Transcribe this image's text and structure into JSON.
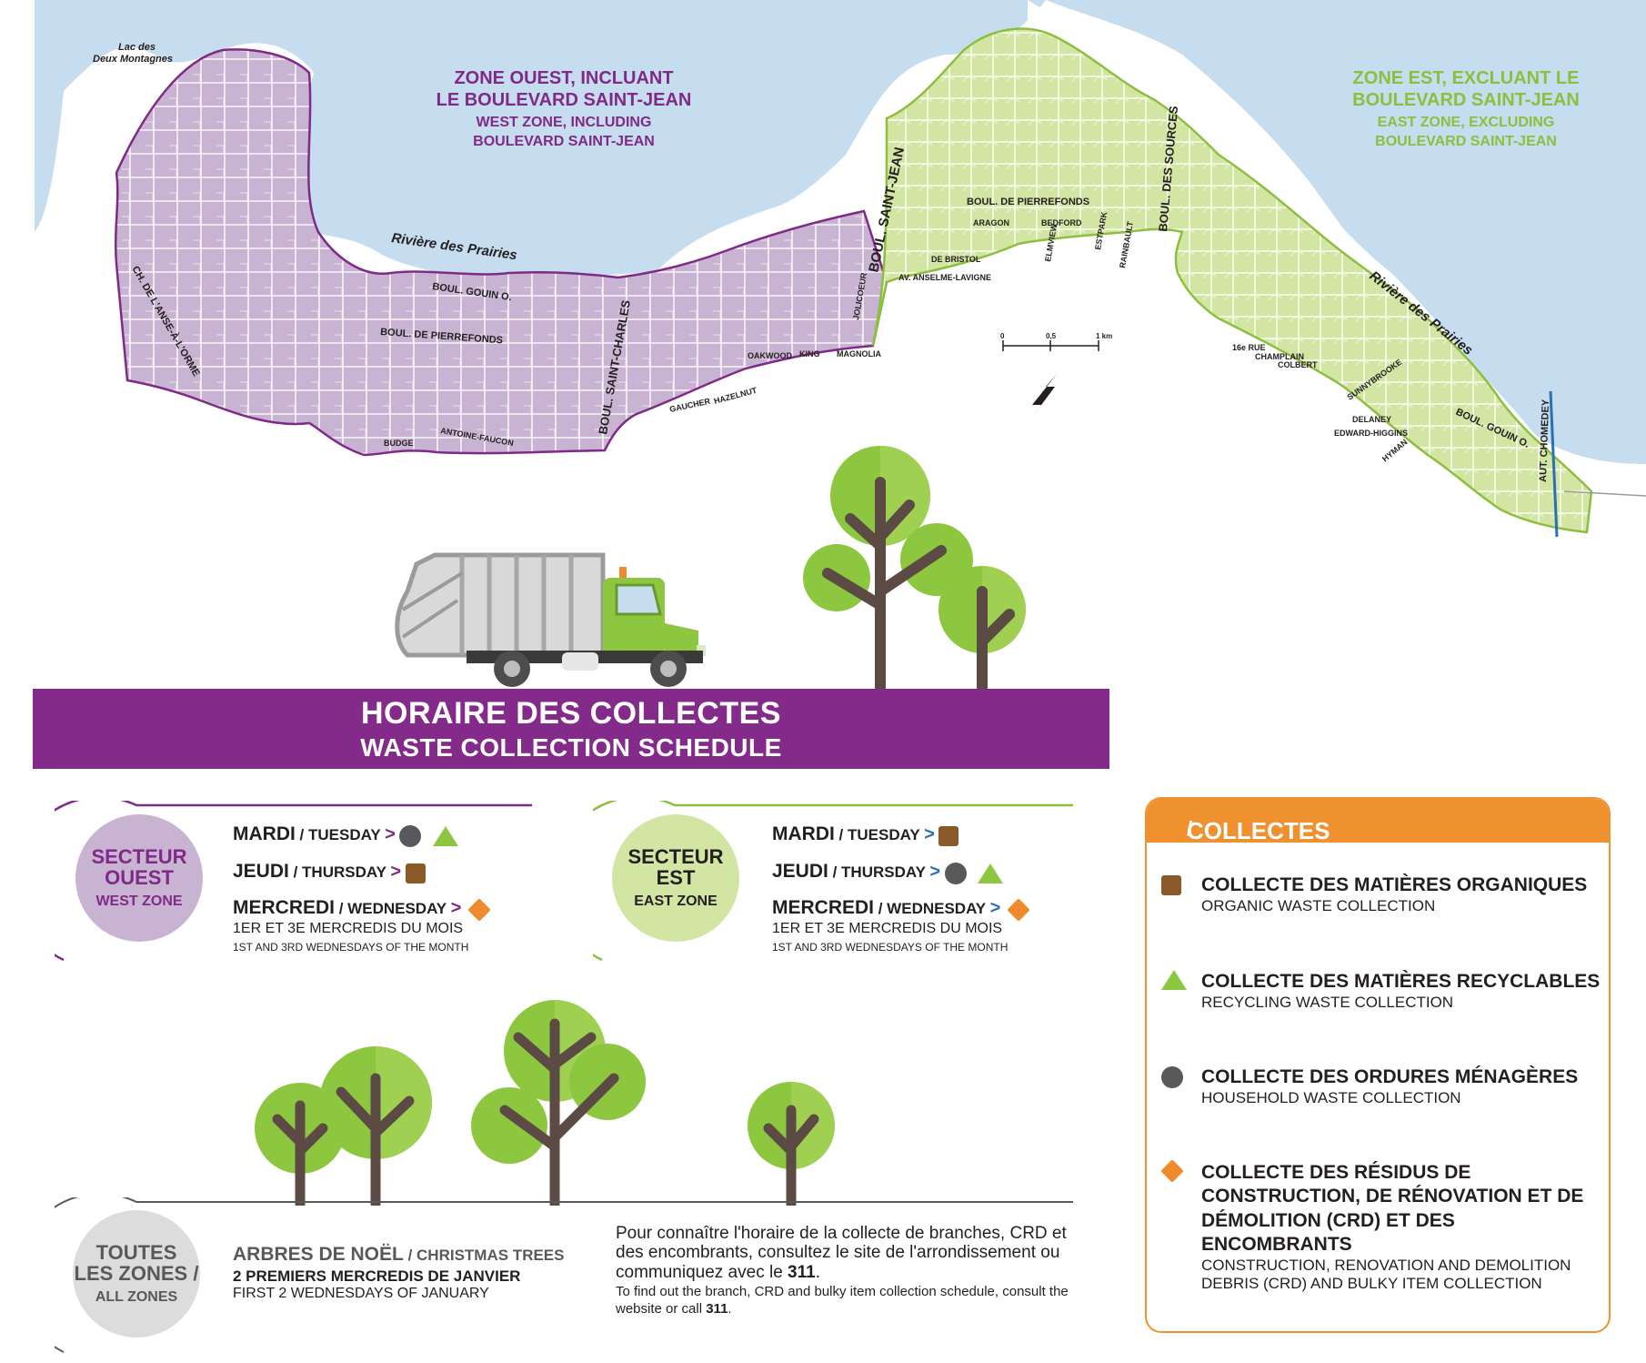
{
  "map": {
    "water_labels": {
      "lake": [
        "Lac des",
        "Deux Montagnes"
      ],
      "river_west": "Rivière des Prairies",
      "river_east": "Rivière des Prairies"
    },
    "west_zone": {
      "title_fr_1": "ZONE OUEST, INCLUANT",
      "title_fr_2": "LE BOULEVARD SAINT-JEAN",
      "title_en_1": "WEST ZONE, INCLUDING",
      "title_en_2": "BOULEVARD SAINT-JEAN",
      "color": "#c9b3d3"
    },
    "east_zone": {
      "title_fr_1": "ZONE EST, EXCLUANT LE",
      "title_fr_2": "BOULEVARD SAINT-JEAN",
      "title_en_1": "EAST ZONE, EXCLUDING",
      "title_en_2": "BOULEVARD SAINT-JEAN",
      "color": "#d3e5a3"
    },
    "streets": {
      "ch_anse": "CH. DE L'ANSE-À-L'ORME",
      "gouin_w": "BOUL. GOUIN O.",
      "pierrefonds_w": "BOUL. DE PIERREFONDS",
      "saint_charles": "BOUL. SAINT-CHARLES",
      "budge": "BUDGE",
      "antoine": "ANTOINE-FAUCON",
      "gaucher": "GAUCHER",
      "hazelnut": "HAZELNUT",
      "oakwood": "OAKWOOD",
      "king": "KING",
      "magnolia": "MAGNOLIA",
      "jolicoeur": "JOLICOEUR",
      "saint_jean": "BOUL. SAINT-JEAN",
      "anselme": "AV. ANSELME-LAVIGNE",
      "bristol": "DE BRISTOL",
      "pierrefonds_e": "BOUL. DE PIERREFONDS",
      "aragon": "ARAGON",
      "bedford": "BEDFORD",
      "elmview": "ELMVIEW",
      "estpark": "ESTPARK",
      "rainbault": "RAINBAULT",
      "sources": "BOUL. DES SOURCES",
      "rue16": "16e RUE",
      "champlain": "CHAMPLAIN",
      "colbert": "COLBERT",
      "sunnybrooke": "SUNNYBROOKE",
      "delaney": "DELANEY",
      "edward": "EDWARD-HIGGINS",
      "hyman": "HYMAN",
      "gouin_e": "BOUL. GOUIN O.",
      "chomedey": "AUT. CHOMEDEY"
    },
    "scale": {
      "zero": "0",
      "half": "0,5",
      "one": "1 km"
    },
    "colors": {
      "water": "#c6dcef",
      "west_border": "#7f2a86",
      "east_border": "#8dbf3f"
    }
  },
  "banner": {
    "title_fr": "HORAIRE DES COLLECTES",
    "title_en": "WASTE COLLECTION SCHEDULE",
    "color": "#832a8a"
  },
  "west_sector": {
    "circle_fr_1": "SECTEUR",
    "circle_fr_2": "OUEST",
    "circle_en": "WEST ZONE",
    "rows": [
      {
        "day_fr": "MARDI",
        "day_en": " / TUESDAY",
        "icons": [
          "household",
          "recycling"
        ]
      },
      {
        "day_fr": "JEUDI",
        "day_en": " / THURSDAY",
        "icons": [
          "organic"
        ]
      },
      {
        "day_fr": "MERCREDI",
        "day_en": " / WEDNESDAY",
        "icons": [
          "crd"
        ]
      }
    ],
    "note_fr": "1ER ET 3E MERCREDIS DU MOIS",
    "note_en": "1ST AND 3RD WEDNESDAYS OF THE MONTH"
  },
  "east_sector": {
    "circle_fr_1": "SECTEUR",
    "circle_fr_2": "EST",
    "circle_en": "EAST ZONE",
    "rows": [
      {
        "day_fr": "MARDI",
        "day_en": " / TUESDAY",
        "icons": [
          "organic"
        ]
      },
      {
        "day_fr": "JEUDI",
        "day_en": " / THURSDAY",
        "icons": [
          "household",
          "recycling"
        ]
      },
      {
        "day_fr": "MERCREDI",
        "day_en": " / WEDNESDAY",
        "icons": [
          "crd"
        ]
      }
    ],
    "note_fr": "1ER ET 3E MERCREDIS DU MOIS",
    "note_en": "1ST AND 3RD WEDNESDAYS OF THE MONTH"
  },
  "all_zones": {
    "circle_fr_1": "TOUTES",
    "circle_fr_2": "LES ZONES /",
    "circle_en": "ALL ZONES",
    "title_fr": "ARBRES DE NOËL",
    "title_en": " / CHRISTMAS TREES",
    "line_fr": "2 PREMIERS MERCREDIS DE JANVIER",
    "line_en": "FIRST 2 WEDNESDAYS OF JANUARY"
  },
  "info": {
    "fr_a": "Pour connaître l'horaire de la collecte de branches, CRD et des encombrants, consultez le site de l'arrondissement ou communiquez avec le ",
    "fr_num": "311",
    "fr_end": ".",
    "en_a": "To find out the branch, CRD and bulky item collection schedule, consult the website or call ",
    "en_num": "311",
    "en_end": "."
  },
  "legend": {
    "title_fr": "COLLECTES",
    "title_en": " / COLLECTION",
    "items": [
      {
        "icon": "organic",
        "fr": "COLLECTE DES MATIÈRES ORGANIQUES",
        "en": "ORGANIC WASTE COLLECTION"
      },
      {
        "icon": "recycling",
        "fr": "COLLECTE DES MATIÈRES RECYCLABLES",
        "en": "RECYCLING WASTE COLLECTION"
      },
      {
        "icon": "household",
        "fr": "COLLECTE DES ORDURES MÉNAGÈRES",
        "en": "HOUSEHOLD WASTE COLLECTION"
      },
      {
        "icon": "crd",
        "fr": "COLLECTE DES RÉSIDUS DE CONSTRUCTION, DE RÉNOVATION ET DE DÉMOLITION (CRD) ET DES ENCOMBRANTS",
        "en": "CONSTRUCTION, RENOVATION AND DEMOLITION DEBRIS (CRD) AND BULKY ITEM COLLECTION"
      }
    ],
    "colors": {
      "organic": "#8b5a2b",
      "recycling": "#8dc63f",
      "household": "#58595b",
      "crd": "#f08a2c",
      "accent": "#f0912f"
    }
  }
}
